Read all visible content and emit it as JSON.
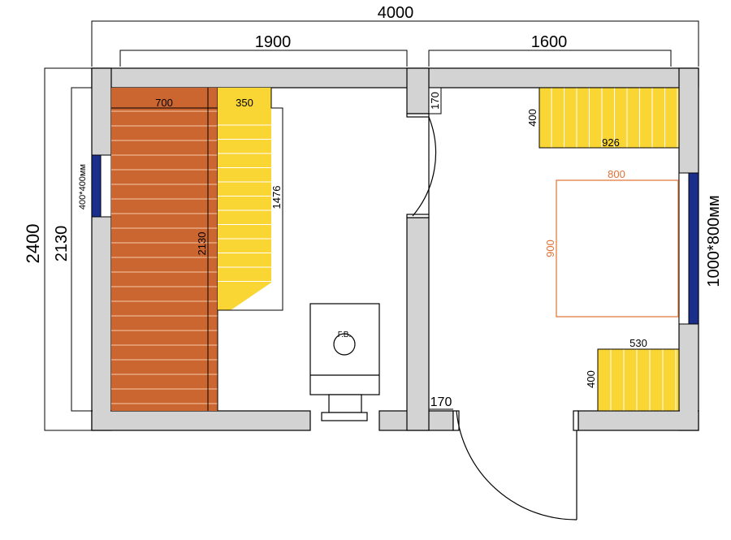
{
  "colors": {
    "wall": "#d3d3d3",
    "shelf_dark": "#cc6630",
    "shelf_yellow": "#f9d634",
    "window_blue": "#1a2f8c",
    "furniture_outline": "#e07030",
    "line": "#000000"
  },
  "dimensions": {
    "total_width": "4000",
    "left_room_width": "1900",
    "right_room_width": "1600",
    "total_height": "2400",
    "inner_height": "2130",
    "left_window": "400*400мм",
    "right_window": "1000*800мм",
    "dark_shelf_width": "700",
    "yellow_shelf_width": "350",
    "shelf_length": "2130",
    "yellow_shelf_length": "1476",
    "door_wall_top": "170",
    "door_wall_bottom": "170",
    "bench_top_depth": "400",
    "bench_top_length": "926",
    "bench_bottom_depth": "400",
    "bench_bottom_length": "530",
    "table_width": "800",
    "table_depth": "900"
  },
  "labels": {
    "stove": "Г.В."
  }
}
